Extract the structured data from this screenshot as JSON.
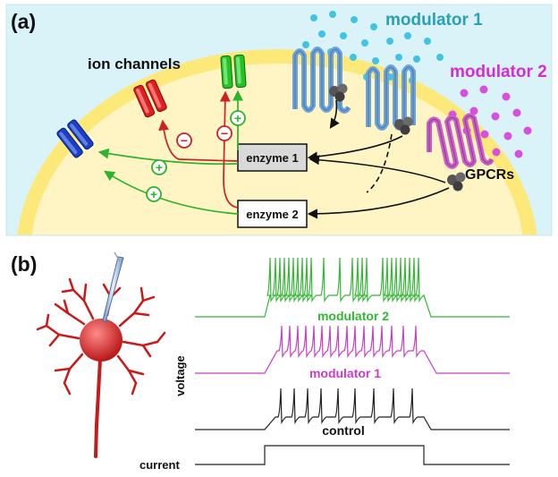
{
  "panel_a": {
    "label": "(a)",
    "ion_channels": "ion channels",
    "modulator_1": "modulator 1",
    "modulator_2": "modulator 2",
    "gpcrs": "GPCRs",
    "enzyme_1": "enzyme 1",
    "enzyme_2": "enzyme 2",
    "plus": "+",
    "minus": "−"
  },
  "panel_b": {
    "label": "(b)",
    "trace_modulator_2": "modulator 2",
    "trace_modulator_1": "modulator 1",
    "trace_control": "control",
    "voltage": "voltage",
    "current": "current"
  },
  "colors": {
    "cell_fill": "#fff4c4",
    "membrane": "#fde97a",
    "extracellular": "#d9f3f9",
    "modulator_1": "#2a9fb5",
    "modulator_1_dots": "#43c3e2",
    "modulator_2": "#d62cd6",
    "modulator_2_dots": "#d84fdd",
    "receptor_1": "#6ea3d8",
    "receptor_2": "#c85fc8",
    "activation": "#2db32d",
    "inhibition": "#cc2222",
    "channel_red": "#e02020",
    "channel_green": "#22c422",
    "channel_blue": "#1c3fc6",
    "neuron": "#c81a1a",
    "trace_green": "#33b833",
    "trace_magenta": "#c93cc9",
    "trace_black": "#222222"
  }
}
